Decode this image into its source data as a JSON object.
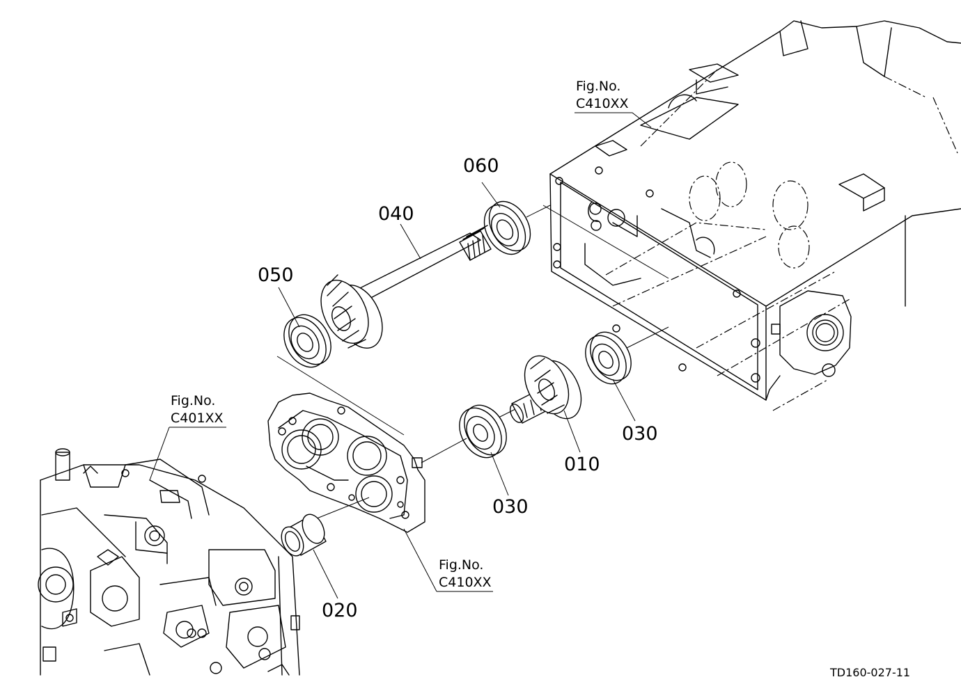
{
  "figure_refs": {
    "top_right": {
      "line1": "Fig.No.",
      "line2": "C410XX"
    },
    "middle": {
      "line1": "Fig.No.",
      "line2": "C410XX"
    },
    "left": {
      "line1": "Fig.No.",
      "line2": "C401XX"
    }
  },
  "parts": {
    "p010": "010",
    "p020": "020",
    "p030_right": "030",
    "p030_left": "030",
    "p040": "040",
    "p050": "050",
    "p060": "060"
  },
  "drawing_code": "TD160-027-11"
}
